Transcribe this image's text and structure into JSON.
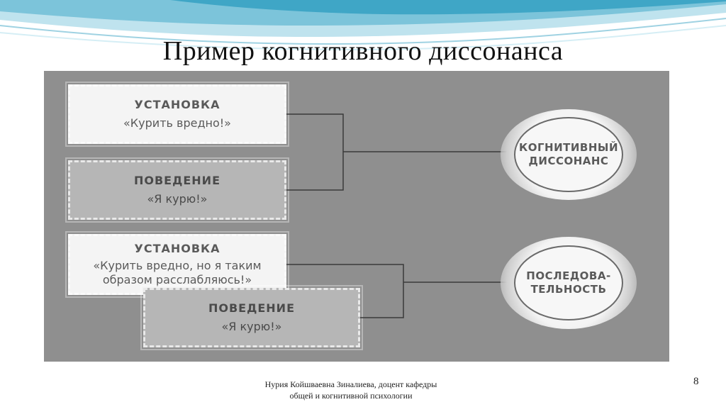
{
  "slide": {
    "title": "Пример когнитивного диссонанса",
    "page_number": "8",
    "footer_line1": "Нурия Койшваевна Зиналиева, доцент кафедры",
    "footer_line2": "общей и когнитивной психологии"
  },
  "diagram": {
    "group1": {
      "attitude": {
        "heading": "УСТАНОВКА",
        "quote": "«Курить вредно!»"
      },
      "behavior": {
        "heading": "ПОВЕДЕНИЕ",
        "quote": "«Я курю!»"
      },
      "result": {
        "line1": "КОГНИТИВНЫЙ",
        "line2": "ДИССОНАНС"
      }
    },
    "group2": {
      "attitude": {
        "heading": "УСТАНОВКА",
        "quote_line1": "«Курить вредно, но я таким",
        "quote_line2": "образом расслабляюсь!»"
      },
      "behavior": {
        "heading": "ПОВЕДЕНИЕ",
        "quote": "«Я курю!»"
      },
      "result": {
        "line1": "ПОСЛЕДОВА-",
        "line2": "ТЕЛЬНОСТЬ"
      }
    }
  }
}
